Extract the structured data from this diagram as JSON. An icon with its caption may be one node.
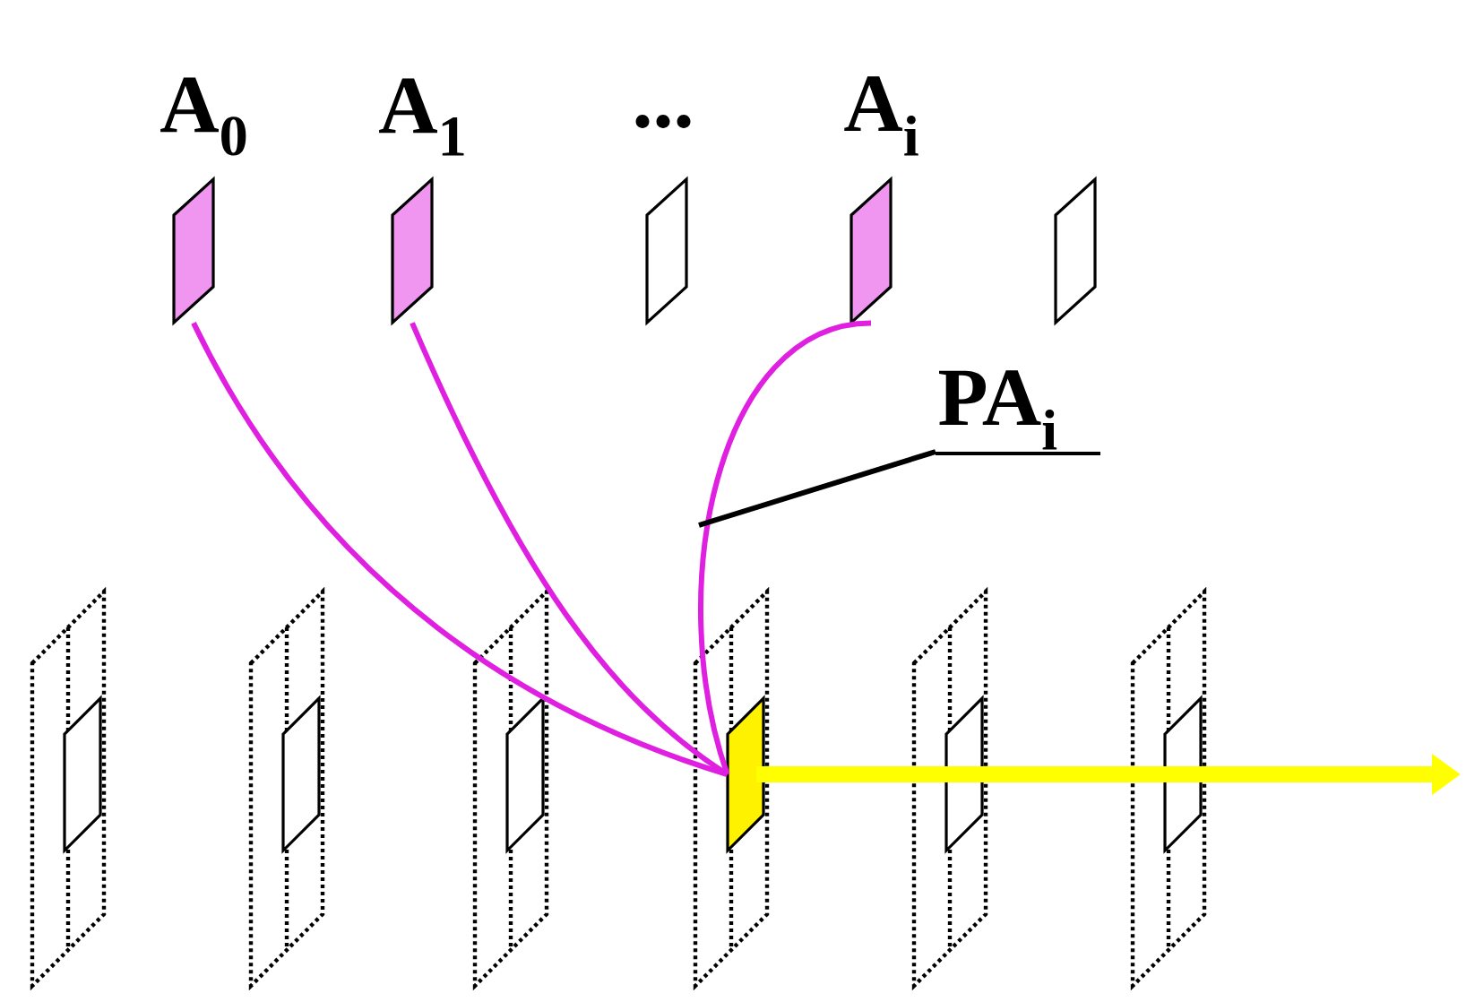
{
  "diagram": {
    "nodes": [
      {
        "text": [
          "A$_{0}$"
        ]
      },
      {
        "text": [
          "A$_{1}$"
        ]
      },
      {
        "text": [],
        "shape": "box"
      },
      {
        "text": [
          "A$_{i}$"
        ]
      },
      {
        "text": [],
        "shape": "box"
      },
      {
        "text": [
          "PA$_{i}$"
        ]
      },
      {
        "text": [],
        "shape": "box"
      },
      {
        "text": [],
        "shape": "box",
        "in": 6
      },
      {
        "text": [],
        "shape": "box"
      },
      {
        "text": [],
        "shape": "box",
        "in": 8
      },
      {
        "text": [],
        "shape": "box"
      },
      {
        "text": [],
        "shape": "box",
        "in": 10
      },
      {
        "text": [],
        "shape": "box"
      },
      {
        "text": [],
        "shape": "box",
        "in": 12
      },
      {
        "text": [],
        "shape": "box"
      },
      {
        "text": [],
        "shape": "box",
        "in": 14
      },
      {
        "text": [],
        "shape": "box"
      },
      {
        "text": [],
        "shape": "box",
        "in": 16
      }
    ],
    "edges": [
      {
        "from": 0,
        "to": 13,
        "arrow": "none"
      },
      {
        "from": 1,
        "to": 13,
        "arrow": "none"
      },
      {
        "from": 3,
        "to": 13,
        "arrow": "none"
      },
      {
        "from": 13,
        "to": null,
        "arrow": "to",
        "style": "thick",
        "color": "#ffff00"
      },
      {
        "from": 5,
        "to": null,
        "arrow": "none",
        "color": "#000000"
      }
    ],
    "labels": [
      "..."
    ]
  }
}
